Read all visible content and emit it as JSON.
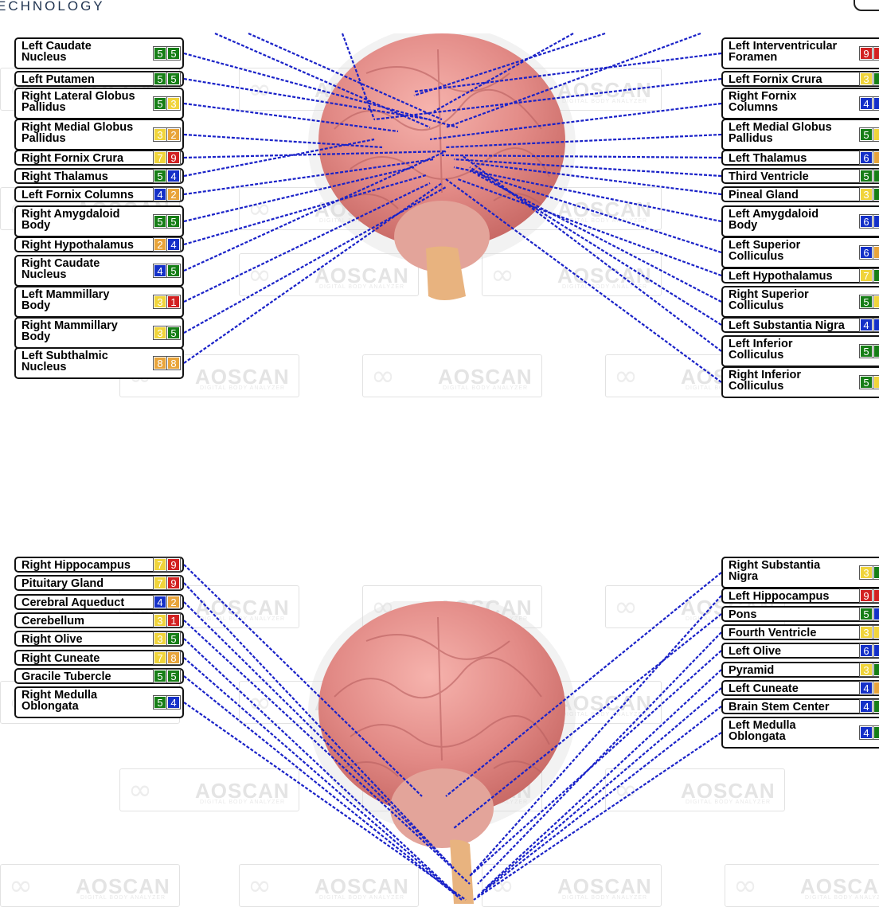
{
  "header": {
    "tech_text": "ECHNOLOGY"
  },
  "watermark": {
    "brand": "AOSCAN",
    "sub": "DIGITAL BODY ANALYZER"
  },
  "colors": {
    "green": "#167e16",
    "yellow": "#f0d43a",
    "orange": "#e8a43a",
    "red": "#d22121",
    "blue": "#1430c8",
    "line": "#1a22c8"
  },
  "panel1": {
    "left": [
      {
        "name": "Left Caudate Nucleus",
        "lines": [
          "Left Caudate",
          "Nucleus"
        ],
        "v1": "5",
        "c1": "green",
        "v2": "5",
        "c2": "green"
      },
      {
        "name": "Left Putamen",
        "lines": [
          "Left Putamen"
        ],
        "v1": "5",
        "c1": "green",
        "v2": "5",
        "c2": "green"
      },
      {
        "name": "Right Lateral Globus Pallidus",
        "lines": [
          "Right Lateral Globus",
          "Pallidus"
        ],
        "v1": "5",
        "c1": "green",
        "v2": "3",
        "c2": "yellow"
      },
      {
        "name": "Right Medial Globus Pallidus",
        "lines": [
          "Right Medial Globus",
          "Pallidus"
        ],
        "v1": "3",
        "c1": "yellow",
        "v2": "2",
        "c2": "orange"
      },
      {
        "name": "Right Fornix Crura",
        "lines": [
          "Right Fornix Crura"
        ],
        "v1": "7",
        "c1": "yellow",
        "v2": "9",
        "c2": "red"
      },
      {
        "name": "Right Thalamus",
        "lines": [
          "Right Thalamus"
        ],
        "v1": "5",
        "c1": "green",
        "v2": "4",
        "c2": "blue"
      },
      {
        "name": "Left Fornix Columns",
        "lines": [
          "Left Fornix Columns"
        ],
        "v1": "4",
        "c1": "blue",
        "v2": "2",
        "c2": "orange"
      },
      {
        "name": "Right Amygdaloid Body",
        "lines": [
          "Right Amygdaloid",
          "Body"
        ],
        "v1": "5",
        "c1": "green",
        "v2": "5",
        "c2": "green"
      },
      {
        "name": "Right Hypothalamus",
        "lines": [
          "Right Hypothalamus"
        ],
        "v1": "2",
        "c1": "orange",
        "v2": "4",
        "c2": "blue"
      },
      {
        "name": "Right Caudate Nucleus",
        "lines": [
          "Right Caudate",
          "Nucleus"
        ],
        "v1": "4",
        "c1": "blue",
        "v2": "5",
        "c2": "green"
      },
      {
        "name": "Left Mammillary Body",
        "lines": [
          "Left Mammillary",
          "Body"
        ],
        "v1": "3",
        "c1": "yellow",
        "v2": "1",
        "c2": "red"
      },
      {
        "name": "Right Mammillary Body",
        "lines": [
          "Right Mammillary",
          "Body"
        ],
        "v1": "3",
        "c1": "yellow",
        "v2": "5",
        "c2": "green"
      },
      {
        "name": "Left Subthalmic Nucleus",
        "lines": [
          "Left Subthalmic",
          "Nucleus"
        ],
        "v1": "8",
        "c1": "orange",
        "v2": "8",
        "c2": "orange"
      }
    ],
    "right": [
      {
        "name": "Left Interventricular Foramen",
        "lines": [
          "Left Interventricular",
          "Foramen"
        ],
        "v1": "9",
        "c1": "red",
        "v2": "",
        "c2": "red"
      },
      {
        "name": "Left Fornix Crura",
        "lines": [
          "Left Fornix Crura"
        ],
        "v1": "3",
        "c1": "yellow",
        "v2": "",
        "c2": "green"
      },
      {
        "name": "Right Fornix Columns",
        "lines": [
          "Right Fornix",
          "Columns"
        ],
        "v1": "4",
        "c1": "blue",
        "v2": "",
        "c2": "blue"
      },
      {
        "name": "Left Medial Globus Pallidus",
        "lines": [
          "Left Medial Globus",
          "Pallidus"
        ],
        "v1": "5",
        "c1": "green",
        "v2": "",
        "c2": "yellow"
      },
      {
        "name": "Left Thalamus",
        "lines": [
          "Left Thalamus"
        ],
        "v1": "6",
        "c1": "blue",
        "v2": "",
        "c2": "orange"
      },
      {
        "name": "Third Ventricle",
        "lines": [
          "Third Ventricle"
        ],
        "v1": "5",
        "c1": "green",
        "v2": "",
        "c2": "green"
      },
      {
        "name": "Pineal Gland",
        "lines": [
          "Pineal Gland"
        ],
        "v1": "3",
        "c1": "yellow",
        "v2": "",
        "c2": "green"
      },
      {
        "name": "Left Amygdaloid Body",
        "lines": [
          "Left Amygdaloid",
          "Body"
        ],
        "v1": "6",
        "c1": "blue",
        "v2": "",
        "c2": "blue"
      },
      {
        "name": "Left Superior Colliculus",
        "lines": [
          "Left Superior",
          "Colliculus"
        ],
        "v1": "6",
        "c1": "blue",
        "v2": "",
        "c2": "orange"
      },
      {
        "name": "Left Hypothalamus",
        "lines": [
          "Left Hypothalamus"
        ],
        "v1": "7",
        "c1": "yellow",
        "v2": "",
        "c2": "green"
      },
      {
        "name": "Right Superior Colliculus",
        "lines": [
          "Right Superior",
          "Colliculus"
        ],
        "v1": "5",
        "c1": "green",
        "v2": "",
        "c2": "yellow"
      },
      {
        "name": "Left Substantia Nigra",
        "lines": [
          "Left Substantia Nigra"
        ],
        "v1": "4",
        "c1": "blue",
        "v2": "",
        "c2": "blue"
      },
      {
        "name": "Left Inferior Colliculus",
        "lines": [
          "Left Inferior",
          "Colliculus"
        ],
        "v1": "5",
        "c1": "green",
        "v2": "",
        "c2": "green"
      },
      {
        "name": "Right Inferior Colliculus",
        "lines": [
          "Right Inferior",
          "Colliculus"
        ],
        "v1": "5",
        "c1": "green",
        "v2": "",
        "c2": "yellow"
      }
    ]
  },
  "panel2": {
    "left": [
      {
        "name": "Right Hippocampus",
        "lines": [
          "Right Hippocampus"
        ],
        "v1": "7",
        "c1": "yellow",
        "v2": "9",
        "c2": "red"
      },
      {
        "name": "Pituitary Gland",
        "lines": [
          "Pituitary Gland"
        ],
        "v1": "7",
        "c1": "yellow",
        "v2": "9",
        "c2": "red"
      },
      {
        "name": "Cerebral Aqueduct",
        "lines": [
          "Cerebral Aqueduct"
        ],
        "v1": "4",
        "c1": "blue",
        "v2": "2",
        "c2": "orange"
      },
      {
        "name": "Cerebellum",
        "lines": [
          "Cerebellum"
        ],
        "v1": "3",
        "c1": "yellow",
        "v2": "1",
        "c2": "red"
      },
      {
        "name": "Right Olive",
        "lines": [
          "Right Olive"
        ],
        "v1": "3",
        "c1": "yellow",
        "v2": "5",
        "c2": "green"
      },
      {
        "name": "Right Cuneate",
        "lines": [
          "Right Cuneate"
        ],
        "v1": "7",
        "c1": "yellow",
        "v2": "8",
        "c2": "orange"
      },
      {
        "name": "Gracile Tubercle",
        "lines": [
          "Gracile Tubercle"
        ],
        "v1": "5",
        "c1": "green",
        "v2": "5",
        "c2": "green"
      },
      {
        "name": "Right Medulla Oblongata",
        "lines": [
          "Right Medulla",
          "Oblongata"
        ],
        "v1": "5",
        "c1": "green",
        "v2": "4",
        "c2": "blue"
      }
    ],
    "right": [
      {
        "name": "Right Substantia Nigra",
        "lines": [
          "Right Substantia",
          "Nigra"
        ],
        "v1": "3",
        "c1": "yellow",
        "v2": "",
        "c2": "green"
      },
      {
        "name": "Left Hippocampus",
        "lines": [
          "Left Hippocampus"
        ],
        "v1": "9",
        "c1": "red",
        "v2": "",
        "c2": "red"
      },
      {
        "name": "Pons",
        "lines": [
          "Pons"
        ],
        "v1": "5",
        "c1": "green",
        "v2": "",
        "c2": "blue"
      },
      {
        "name": "Fourth Ventricle",
        "lines": [
          "Fourth Ventricle"
        ],
        "v1": "3",
        "c1": "yellow",
        "v2": "",
        "c2": "yellow"
      },
      {
        "name": "Left Olive",
        "lines": [
          "Left Olive"
        ],
        "v1": "6",
        "c1": "blue",
        "v2": "",
        "c2": "blue"
      },
      {
        "name": "Pyramid",
        "lines": [
          "Pyramid"
        ],
        "v1": "3",
        "c1": "yellow",
        "v2": "",
        "c2": "green"
      },
      {
        "name": "Left Cuneate",
        "lines": [
          "Left Cuneate"
        ],
        "v1": "4",
        "c1": "blue",
        "v2": "",
        "c2": "orange"
      },
      {
        "name": "Brain Stem Center",
        "lines": [
          "Brain Stem Center"
        ],
        "v1": "4",
        "c1": "blue",
        "v2": "",
        "c2": "green"
      },
      {
        "name": "Left Medulla Oblongata",
        "lines": [
          "Left Medulla",
          "Oblongata"
        ],
        "v1": "4",
        "c1": "blue",
        "v2": "",
        "c2": "green"
      }
    ]
  }
}
